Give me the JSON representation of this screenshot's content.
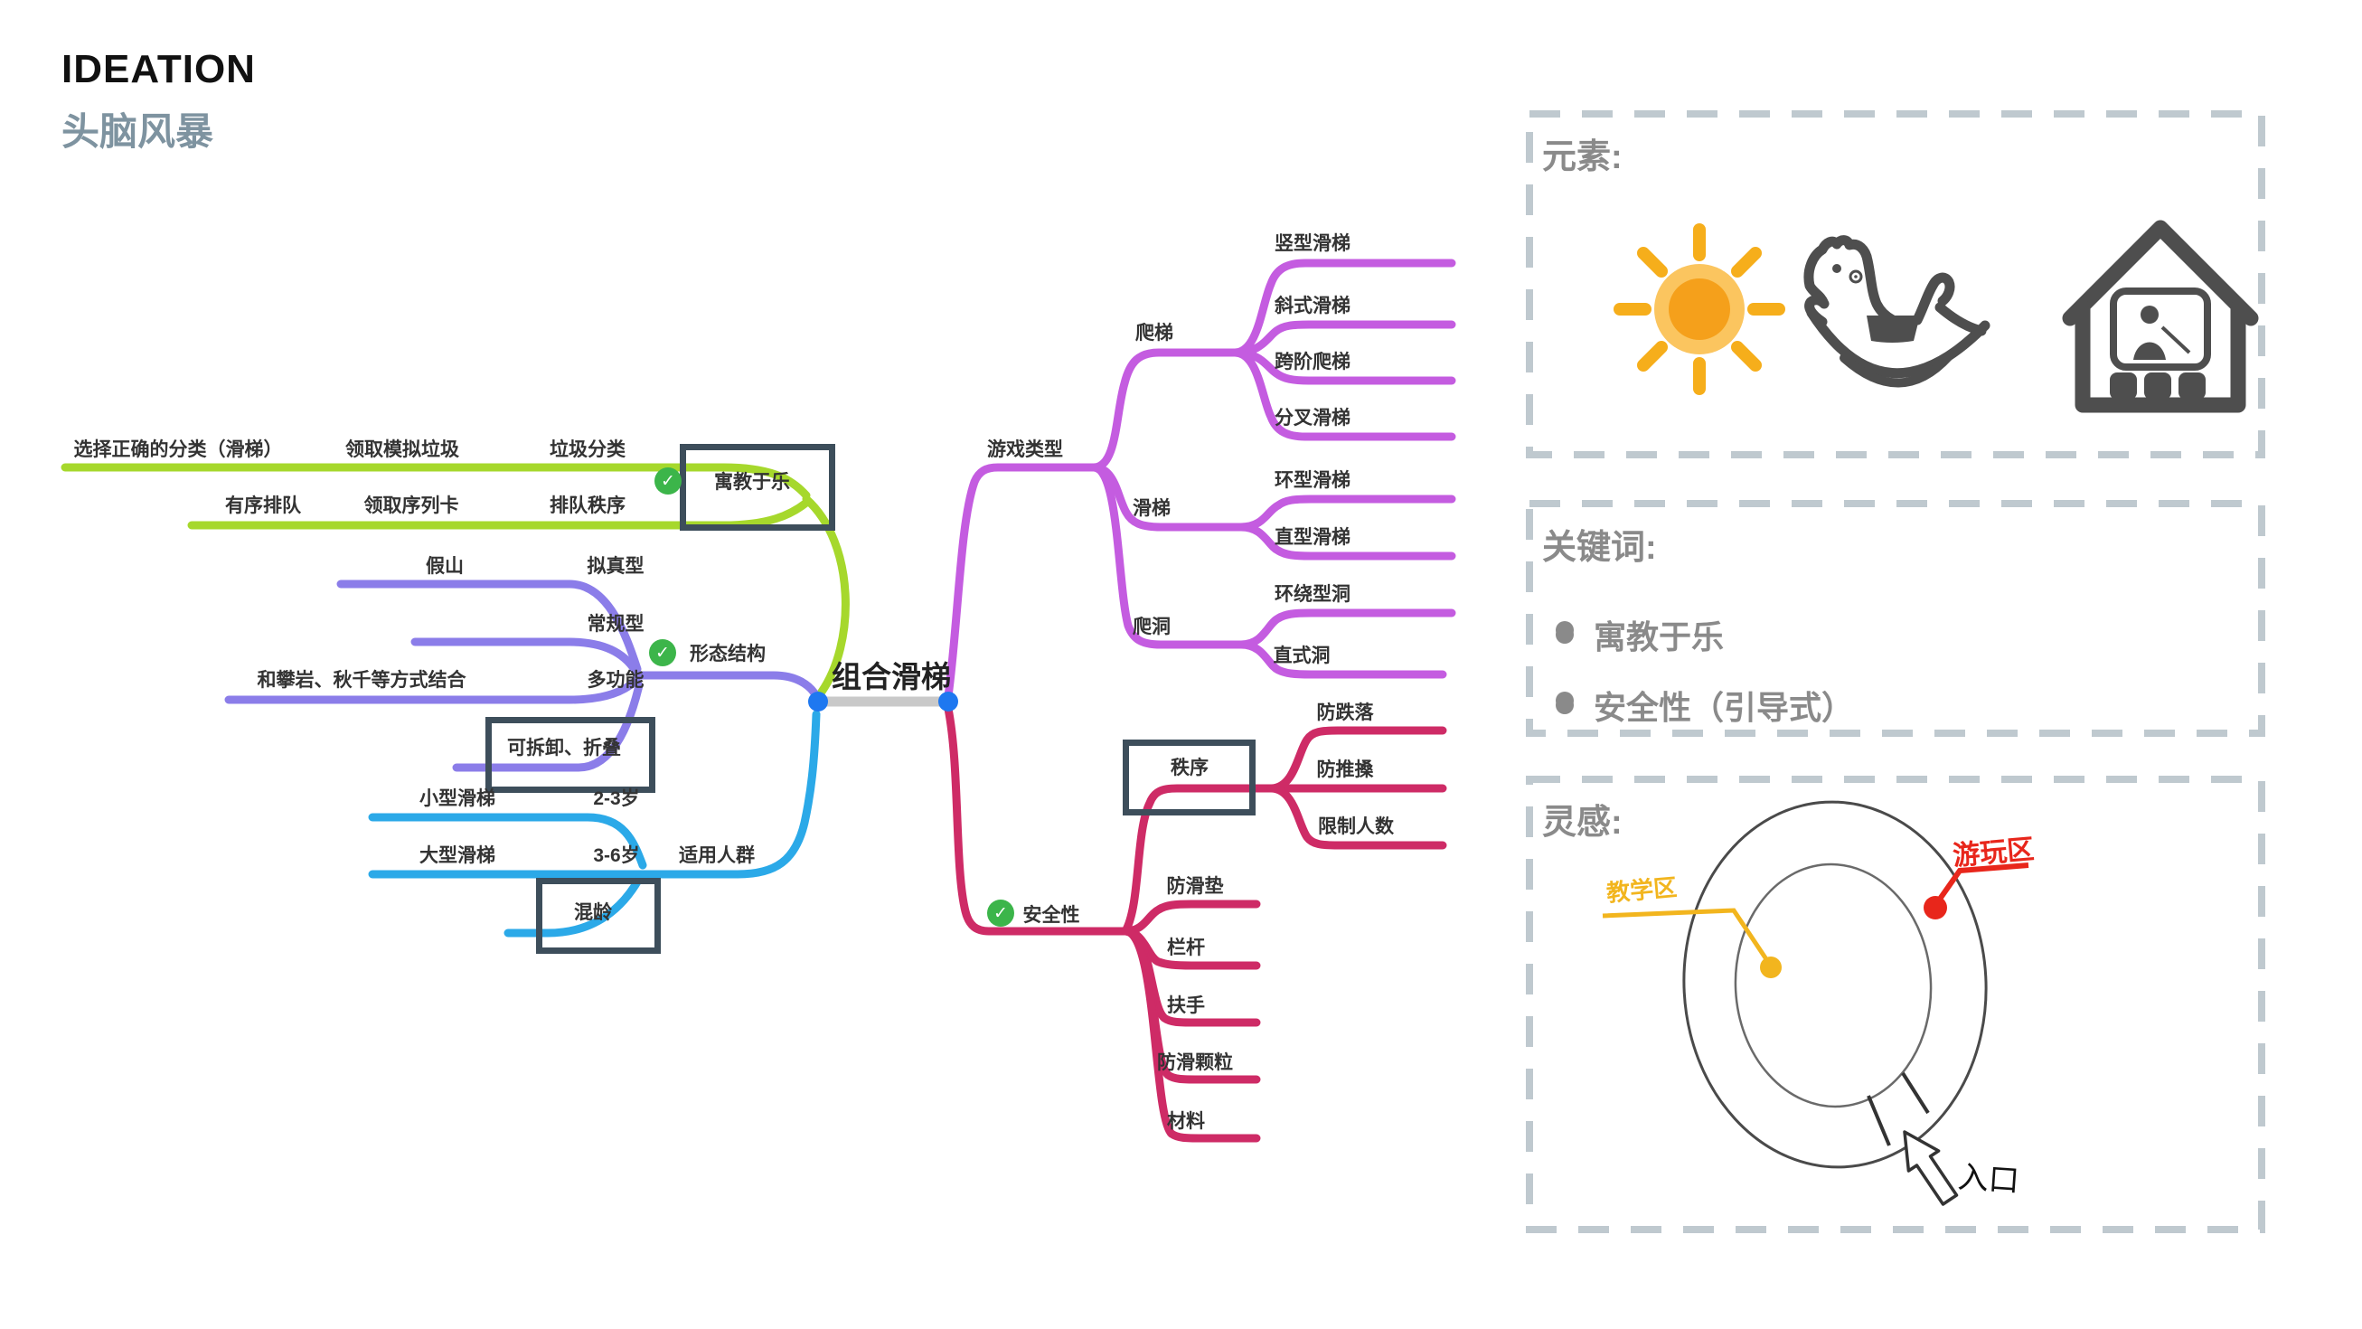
{
  "page": {
    "title": "IDEATION",
    "subtitle": "头脑风暴"
  },
  "colors": {
    "edu_branch": "#a6d82c",
    "form_branch": "#8b7de9",
    "users_branch": "#2ba9e8",
    "game_branch": "#c45ce0",
    "safety_branch": "#ce2b66",
    "center_bar": "#c9c9c9",
    "node_dot": "#1e78f0",
    "check_green": "#3cb54a",
    "box_stroke": "#3d4e5b",
    "panel_dash": "#bfc9cf",
    "panel_text": "#8a8a8a",
    "sun": "#f5a01b",
    "icon_gray": "#4e4e4e",
    "teaching_annot": "#f2b51e",
    "play_annot": "#e8261b"
  },
  "mindmap": {
    "center": "组合滑梯",
    "edu": {
      "label": "寓教于乐",
      "row1": [
        "选择正确的分类（滑梯）",
        "领取模拟垃圾",
        "垃圾分类"
      ],
      "row2": [
        "有序排队",
        "领取序列卡",
        "排队秩序"
      ]
    },
    "form": {
      "label": "形态结构",
      "r1sub": "假山",
      "r1": "拟真型",
      "r2": "常规型",
      "r3sub": "和攀岩、秋千等方式结合",
      "r3": "多功能",
      "r4": "可拆卸、折叠"
    },
    "users": {
      "label": "适用人群",
      "r1sub": "小型滑梯",
      "r1": "2-3岁",
      "r2sub": "大型滑梯",
      "r2": "3-6岁",
      "r3": "混龄"
    },
    "game": {
      "label": "游戏类型",
      "g1": {
        "label": "爬梯",
        "items": [
          "竖型滑梯",
          "斜式滑梯",
          "跨阶爬梯",
          "分叉滑梯"
        ]
      },
      "g2": {
        "label": "滑梯",
        "items": [
          "环型滑梯",
          "直型滑梯"
        ]
      },
      "g3": {
        "label": "爬洞",
        "items": [
          "环绕型洞",
          "直式洞"
        ]
      }
    },
    "safety": {
      "label": "安全性",
      "order": {
        "label": "秩序",
        "items": [
          "防跌落",
          "防推搡",
          "限制人数"
        ]
      },
      "items": [
        "防滑垫",
        "栏杆",
        "扶手",
        "防滑颗粒",
        "材料"
      ]
    }
  },
  "panels": {
    "elements": {
      "title": "元素:",
      "icons": [
        "sun-icon",
        "rocking-horse-icon",
        "indoor-classroom-icon"
      ]
    },
    "keywords": {
      "title": "关键词:",
      "items": [
        "寓教于乐",
        "安全性（引导式）"
      ]
    },
    "inspiration": {
      "title": "灵感:",
      "teaching": "教学区",
      "play": "游玩区",
      "entrance": "入口"
    }
  }
}
